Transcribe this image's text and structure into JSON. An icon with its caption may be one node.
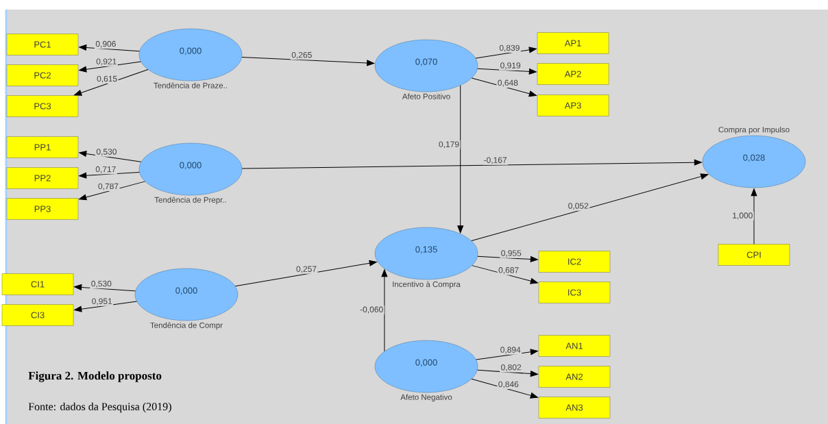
{
  "diagram": {
    "nodes": [
      {
        "text": [
          "0,000",
          "Tendência de Praze.."
        ]
      },
      {
        "text": [
          "0,070",
          "Afeto Positivo"
        ]
      },
      {
        "text": [
          "0,000",
          "Tendência de Prepr.."
        ]
      },
      {
        "text": [
          "Compra por Impulso",
          "0,028"
        ]
      },
      {
        "text": [
          "0,135",
          "Incentivo à Compra"
        ]
      },
      {
        "text": [
          "0,000",
          "Tendência de Compr"
        ]
      },
      {
        "text": [
          "0,000",
          "Afeto Negativo"
        ]
      },
      {
        "text": [
          "PC1"
        ]
      },
      {
        "text": [
          "PC2"
        ]
      },
      {
        "text": [
          "PC3"
        ]
      },
      {
        "text": [
          "PP1"
        ]
      },
      {
        "text": [
          "PP2"
        ]
      },
      {
        "text": [
          "PP3"
        ]
      },
      {
        "text": [
          "CI1"
        ]
      },
      {
        "text": [
          "CI3"
        ]
      },
      {
        "text": [
          "AP1"
        ]
      },
      {
        "text": [
          "AP2"
        ]
      },
      {
        "text": [
          "AP3"
        ]
      },
      {
        "text": [
          "IC2"
        ]
      },
      {
        "text": [
          "IC3"
        ]
      },
      {
        "text": [
          "AN1"
        ]
      },
      {
        "text": [
          "AN2"
        ]
      },
      {
        "text": [
          "AN3"
        ]
      },
      {
        "text": [
          "CPI"
        ]
      }
    ],
    "edges": [
      {
        "from": 0,
        "to": 7,
        "arrow": "to",
        "label": "0,906"
      },
      {
        "from": 0,
        "to": 8,
        "arrow": "to",
        "label": "0,921"
      },
      {
        "from": 0,
        "to": 9,
        "arrow": "to",
        "label": "0,615"
      },
      {
        "from": 0,
        "to": 1,
        "arrow": "to",
        "label": "0,265"
      },
      {
        "from": 1,
        "to": 15,
        "arrow": "to",
        "label": "0,839"
      },
      {
        "from": 1,
        "to": 16,
        "arrow": "to",
        "label": "0,919"
      },
      {
        "from": 1,
        "to": 17,
        "arrow": "to",
        "label": "0,648"
      },
      {
        "from": 2,
        "to": 10,
        "arrow": "to",
        "label": "0,530"
      },
      {
        "from": 2,
        "to": 11,
        "arrow": "to",
        "label": "0,717"
      },
      {
        "from": 2,
        "to": 12,
        "arrow": "to",
        "label": "0,787"
      },
      {
        "from": 2,
        "to": 3,
        "arrow": "to",
        "label": "-0,167"
      },
      {
        "from": 1,
        "to": 4,
        "arrow": "to",
        "label": "0,179"
      },
      {
        "from": 4,
        "to": 3,
        "arrow": "to",
        "label": "0,052"
      },
      {
        "from": 23,
        "to": 3,
        "arrow": "to",
        "label": "1,000"
      },
      {
        "from": 4,
        "to": 18,
        "arrow": "to",
        "label": "0,955"
      },
      {
        "from": 4,
        "to": 19,
        "arrow": "to",
        "label": "0,687"
      },
      {
        "from": 5,
        "to": 13,
        "arrow": "to",
        "label": "0,530"
      },
      {
        "from": 5,
        "to": 14,
        "arrow": "to",
        "label": "0,951"
      },
      {
        "from": 5,
        "to": 4,
        "arrow": "to",
        "label": "0,257"
      },
      {
        "from": 6,
        "to": 4,
        "arrow": "to",
        "label": "-0,060"
      },
      {
        "from": 6,
        "to": 20,
        "arrow": "to",
        "label": "0,894"
      },
      {
        "from": 6,
        "to": 21,
        "arrow": "to",
        "label": "0,802"
      },
      {
        "from": 6,
        "to": 22,
        "arrow": "to",
        "label": "0,846"
      }
    ],
    "labels": [
      "Figura 2. Modelo proposto",
      "Fonte: dados da Pesquisa (2019)"
    ]
  }
}
